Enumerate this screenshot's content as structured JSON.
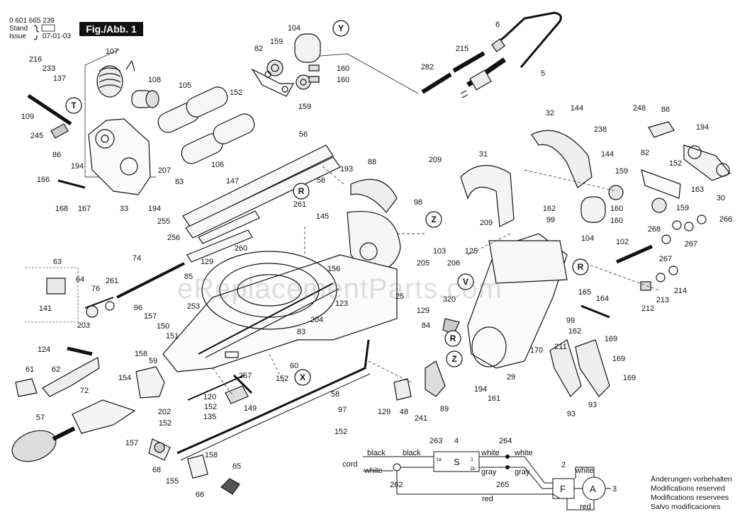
{
  "header": {
    "part_number": "0 601 665 239",
    "stand_label": "Stand",
    "issue_label": "Issue",
    "issue_date": "07-01-03",
    "fig_label": "Fig./Abb. 1"
  },
  "watermark": "eReplacementParts.com",
  "notes": {
    "line1": "Änderungen vorbehalten",
    "line2": "Modifications reserved",
    "line3": "Modifications reservees",
    "line4": "Salvo modificaciones"
  },
  "wiring": {
    "cord": "cord",
    "black1": "black",
    "black2": "black",
    "white1": "white",
    "white2": "white",
    "white3": "white",
    "white4": "white",
    "gray1": "gray",
    "gray2": "gray",
    "red1": "red",
    "red2": "red",
    "switch": "S",
    "switch_1a": "1a",
    "switch_1": "1",
    "switch_1b": "1b",
    "filter": "F",
    "motor": "A",
    "n263": "263",
    "n4": "4",
    "n264": "264",
    "n2": "2",
    "n3": "3",
    "n262": "262",
    "n265": "265"
  },
  "callout_circles": {
    "Y": "Y",
    "T": "T",
    "R1": "R",
    "Z1": "Z",
    "V": "V",
    "R2": "R",
    "Z2": "Z",
    "X": "X",
    "R3": "R"
  },
  "parts": {
    "p216": "216",
    "p233": "233",
    "p137": "137",
    "p107": "107",
    "p108": "108",
    "p105": "105",
    "p104a": "104",
    "p82a": "82",
    "p159a": "159",
    "p160a": "160",
    "p160b": "160",
    "p152a": "152",
    "p159b": "159",
    "p6": "6",
    "p215": "215",
    "p282": "282",
    "p5": "5",
    "p109": "109",
    "p245": "245",
    "p86a": "86",
    "p194a": "194",
    "p207": "207",
    "p106": "106",
    "p56a": "56",
    "p56b": "56",
    "p166": "166",
    "p168": "168",
    "p167": "167",
    "p33": "33",
    "p194b": "194",
    "p83a": "83",
    "p147": "147",
    "p193": "193",
    "p88": "88",
    "p261a": "261",
    "p255": "255",
    "p145": "145",
    "p256": "256",
    "p260": "260",
    "p98": "98",
    "p209a": "209",
    "p31": "31",
    "p32": "32",
    "p144a": "144",
    "p238": "238",
    "p144b": "144",
    "p248": "248",
    "p86b": "86",
    "p194c": "194",
    "p82b": "82",
    "p152b": "152",
    "p159c": "159",
    "p163": "163",
    "p30": "30",
    "p162a": "162",
    "p99a": "99",
    "p104b": "104",
    "p160c": "160",
    "p160d": "160",
    "p159d": "159",
    "p266": "266",
    "p268": "268",
    "p267a": "267",
    "p209b": "209",
    "p103": "103",
    "p205": "205",
    "p206": "206",
    "p125": "125",
    "p102": "102",
    "p267b": "267",
    "p214": "214",
    "p213": "213",
    "p212": "212",
    "p63": "63",
    "p74": "74",
    "p64": "64",
    "p76": "76",
    "p261b": "261",
    "p141": "141",
    "p129a": "129",
    "p85": "85",
    "p156": "156",
    "p123": "123",
    "p25": "25",
    "p320": "320",
    "p165": "165",
    "p164": "164",
    "p96": "96",
    "p157a": "157",
    "p150": "150",
    "p151": "151",
    "p253": "253",
    "p203": "203",
    "p158a": "158",
    "p83b": "83",
    "p204": "204",
    "p129b": "129",
    "p84": "84",
    "p99b": "99",
    "p162b": "162",
    "p169a": "169",
    "p169b": "169",
    "p169c": "169",
    "p124": "124",
    "p61": "61",
    "p62": "62",
    "p154": "154",
    "p59": "59",
    "p257": "257",
    "p60": "60",
    "p152c": "152",
    "p72": "72",
    "p120": "120",
    "p152d": "152",
    "p149": "149",
    "p135": "135",
    "p202": "202",
    "p152e": "152",
    "p58": "58",
    "p97": "97",
    "p152f": "152",
    "p170": "170",
    "p211": "211",
    "p194d": "194",
    "p161": "161",
    "p29": "29",
    "p129c": "129",
    "p48": "48",
    "p241": "241",
    "p89": "89",
    "p93a": "93",
    "p93b": "93",
    "p57": "57",
    "p157b": "157",
    "p68": "68",
    "p158b": "158",
    "p65": "65",
    "p155": "155",
    "p66": "66"
  }
}
